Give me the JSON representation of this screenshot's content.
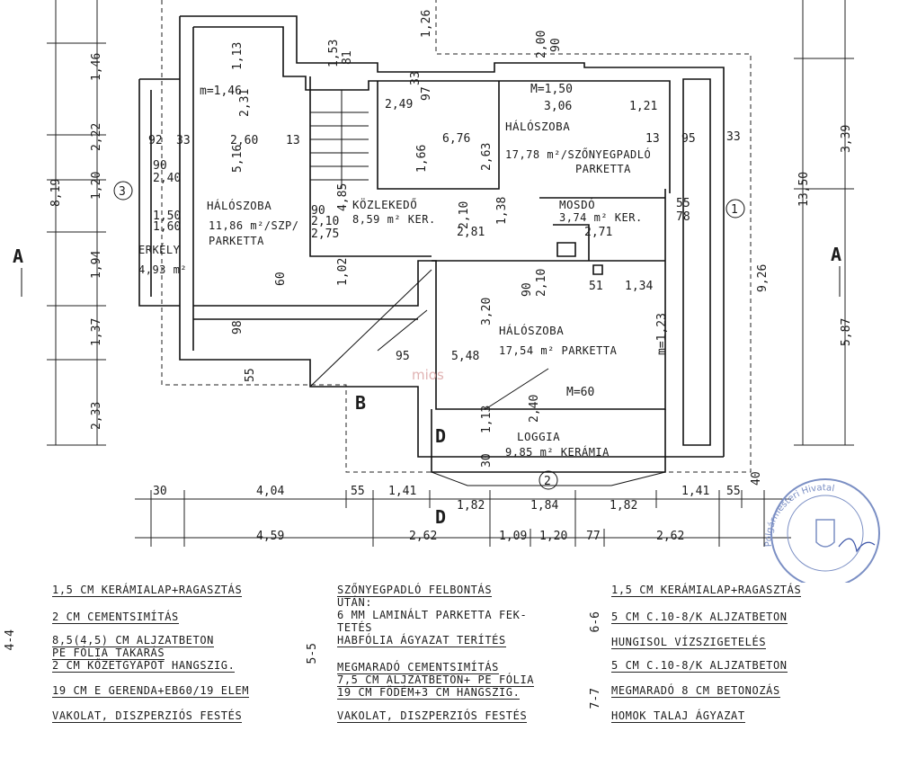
{
  "rooms": [
    {
      "name": "HÁLÓSZOBA",
      "info": "17,78 m²/SZŐNYEGPADLÓ",
      "floor": "PARKETTA"
    },
    {
      "name": "HÁLÓSZOBA",
      "info": "11,86 m²/SZP/",
      "floor": "PARKETTA"
    },
    {
      "name": "KÖZLEKEDŐ",
      "info": "8,59 m² KER."
    },
    {
      "name": "MOSDÓ",
      "info": "3,74 m² KER."
    },
    {
      "name": "ERKÉLY",
      "info": "4,93 m²"
    },
    {
      "name": "HÁLÓSZOBA",
      "info": "17,54 m² PARKETTA"
    },
    {
      "name": "LOGGIA",
      "info": "9,85 m² KERÁMIA"
    }
  ],
  "markers": {
    "A": "A",
    "B": "B",
    "D": "D",
    "axis1": "1",
    "axis2": "2",
    "axis3": "3"
  },
  "dims": {
    "left_v": [
      "1,46",
      "2,22",
      "8,19",
      "1,20",
      "1,94",
      "1,37",
      "2,33"
    ],
    "right_v": [
      "3,39",
      "13,50",
      "9,26",
      "5,87"
    ],
    "bottom1": [
      "30",
      "4,04",
      "55",
      "1,41",
      "1,82",
      "1,84",
      "1,82",
      "1,41",
      "55",
      "40"
    ],
    "bottom2": [
      "4,59",
      "2,62",
      "1,09",
      "1,20",
      "77",
      "2,62"
    ],
    "top": [
      "1,13",
      "1,53",
      "81",
      "1,26",
      "2,00",
      "90",
      "97",
      "33"
    ],
    "inner": [
      "m=1,46",
      "2,31",
      "2,60",
      "13",
      "5,16",
      "92",
      "33",
      "90",
      "2,40",
      "1,50",
      "1,60",
      "2,49",
      "3,06",
      "1,21",
      "6,76",
      "2,63",
      "1,66",
      "M=1,50",
      "95",
      "13",
      "33",
      "4,85",
      "90",
      "2,10",
      "2,75",
      "2,81",
      "2,10",
      "1,38",
      "2,71",
      "55",
      "78",
      "90",
      "2,10",
      "51",
      "1,34",
      "3,20",
      "m=1,23",
      "5,48",
      "M=60",
      "95",
      "98",
      "55",
      "1,13",
      "2,40",
      "30",
      "60",
      "1,02"
    ]
  },
  "legend": {
    "sec1_label": "4-4",
    "sec1": [
      "1,5 CM KERÁMIALAP+RAGASZTÁS",
      "2 CM CEMENTSIMÍTÁS",
      "8,5(4,5) CM ALJZATBETON",
      "PE FÓLIA TAKARÁS",
      "2 CM KŐZETGYAPOT HANGSZIG.",
      "19 CM E GERENDA+EB60/19 ELEM",
      "VAKOLAT, DISZPERZIÓS FESTÉS"
    ],
    "sec2_label": "5-5",
    "sec2": [
      "SZŐNYEGPADLÓ FELBONTÁS",
      "UTÁN:",
      "6 MM LAMINÁLT PARKETTA FEK-",
      "TETÉS",
      "HABFÓLIA ÁGYAZAT TERÍTÉS",
      "MEGMARADÓ CEMENTSIMÍTÁS",
      "7,5 CM ALJZATBETON+ PE FÓLIA",
      "19 CM FÖDÉM+3 CM HANGSZIG.",
      "VAKOLAT, DISZPERZIÓS FESTÉS"
    ],
    "sec3_label": "6-6",
    "sec3b_label": "7-7",
    "sec3": [
      "1,5 CM KERÁMIALAP+RAGASZTÁS",
      "5 CM C.10-8/K ALJZATBETON",
      "HUNGISOL VÍZSZIGETELÉS",
      "5 CM C.10-8/K ALJZATBETON",
      "MEGMARADÓ 8 CM BETONOZÁS",
      "HOMOK TALAJ ÁGYAZAT"
    ]
  },
  "stamp": {
    "text": "Polgármesteri Hivatal"
  },
  "watermark": "mios"
}
